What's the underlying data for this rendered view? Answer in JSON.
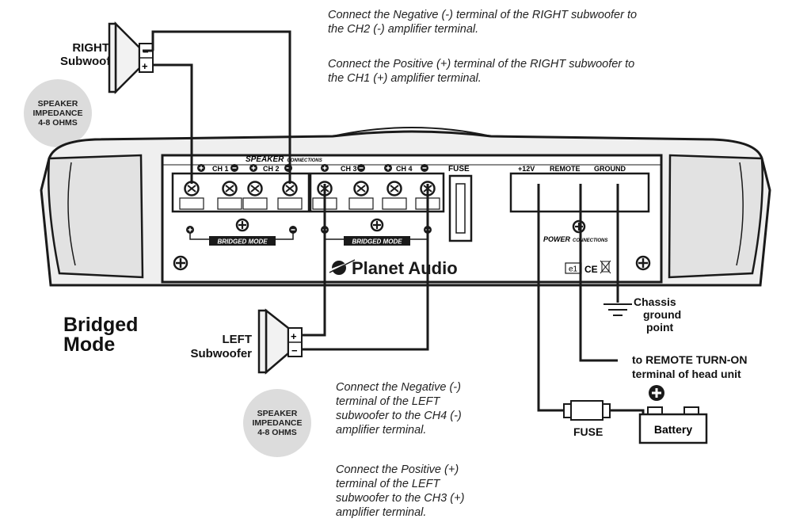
{
  "notes": {
    "right_negative": [
      "Connect the Negative (-) terminal of the RIGHT subwoofer to",
      "the CH2 (-) amplifier terminal."
    ],
    "right_positive": [
      "Connect the Positive (+)  terminal of the RIGHT subwoofer to",
      "the CH1 (+) amplifier terminal."
    ],
    "left_negative": [
      "Connect the Negative (-)",
      "terminal of the LEFT",
      "subwoofer to the CH4 (-)",
      "amplifier terminal."
    ],
    "left_positive": [
      "Connect the Positive (+)",
      "terminal of the LEFT",
      "subwoofer to the CH3 (+)",
      "amplifier terminal."
    ]
  },
  "right_sub_label": [
    "RIGHT",
    "Subwoofer"
  ],
  "left_sub_label": [
    "LEFT",
    "Subwoofer"
  ],
  "impedance": [
    "SPEAKER",
    "IMPEDANCE",
    "4-8 OHMS"
  ],
  "mode_title": [
    "Bridged",
    "Mode"
  ],
  "amp": {
    "speaker_heading": "SPEAKER",
    "connections_word": "CONNECTIONS",
    "channels": [
      "CH 1",
      "CH 2",
      "CH 3",
      "CH 4"
    ],
    "bridged_mode": "BRIDGED MODE",
    "fuse": "FUSE",
    "power_terminals": [
      "+12V",
      "REMOTE",
      "GROUND"
    ],
    "power_heading": "POWER",
    "brand": "Planet Audio",
    "cert": [
      "e1",
      "CE"
    ]
  },
  "chassis_label": [
    "Chassis",
    "ground",
    "point"
  ],
  "remote_label": [
    "to REMOTE TURN-ON",
    "terminal of head unit"
  ],
  "fuse_label": "FUSE",
  "battery_label": "Battery",
  "colors": {
    "ink": "#1a1a1a",
    "bezel": "#e9e9e9",
    "panel": "#ffffff",
    "badge": "#dcdcdc"
  }
}
